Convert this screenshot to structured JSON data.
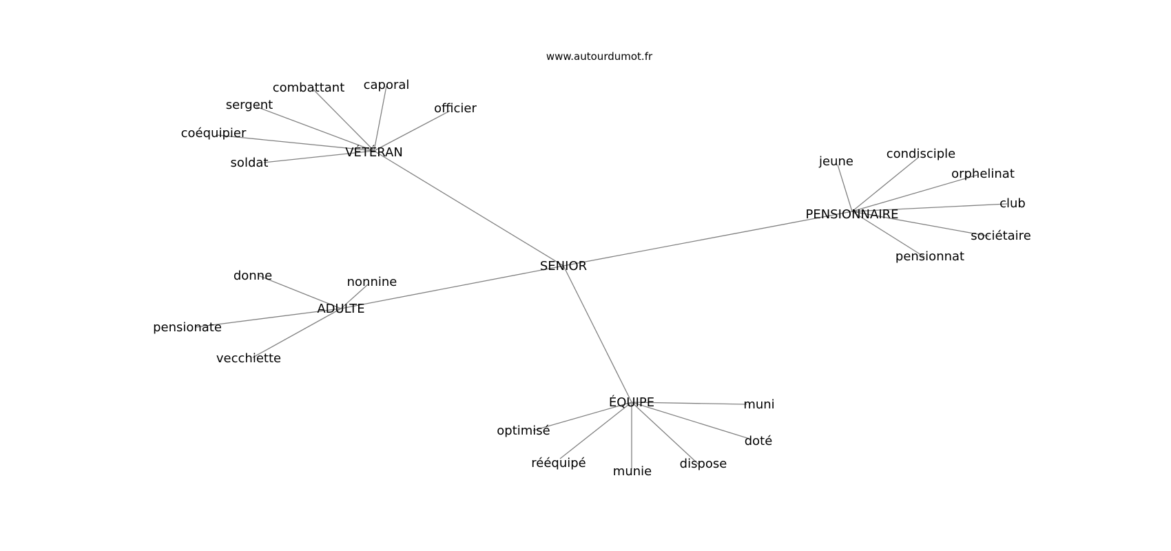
{
  "source": "www.autourdumot.fr",
  "center": "SENIOR",
  "hubs": [
    {
      "id": "veteran",
      "label": "VÉTÉRAN",
      "leaves": [
        {
          "id": "combattant",
          "label": "combattant"
        },
        {
          "id": "caporal",
          "label": "caporal"
        },
        {
          "id": "officier",
          "label": "officier"
        },
        {
          "id": "sergent",
          "label": "sergent"
        },
        {
          "id": "coequipier",
          "label": "coéquipier"
        },
        {
          "id": "soldat",
          "label": "soldat"
        }
      ]
    },
    {
      "id": "pensionnaire",
      "label": "PENSIONNAIRE",
      "leaves": [
        {
          "id": "jeune",
          "label": "jeune"
        },
        {
          "id": "condisciple",
          "label": "condisciple"
        },
        {
          "id": "orphelinat",
          "label": "orphelinat"
        },
        {
          "id": "club",
          "label": "club"
        },
        {
          "id": "societaire",
          "label": "sociétaire"
        },
        {
          "id": "pensionnat",
          "label": "pensionnat"
        }
      ]
    },
    {
      "id": "adulte",
      "label": "ADULTE",
      "leaves": [
        {
          "id": "donne",
          "label": "donne"
        },
        {
          "id": "nonnine",
          "label": "nonnine"
        },
        {
          "id": "pensionate",
          "label": "pensionate"
        },
        {
          "id": "vecchiette",
          "label": "vecchiette"
        }
      ]
    },
    {
      "id": "equipe",
      "label": "ÉQUIPE",
      "leaves": [
        {
          "id": "muni",
          "label": "muni"
        },
        {
          "id": "optimise",
          "label": "optimisé"
        },
        {
          "id": "dote",
          "label": "doté"
        },
        {
          "id": "reequipe",
          "label": "rééquipé"
        },
        {
          "id": "munie",
          "label": "munie"
        },
        {
          "id": "dispose",
          "label": "dispose"
        }
      ]
    }
  ]
}
